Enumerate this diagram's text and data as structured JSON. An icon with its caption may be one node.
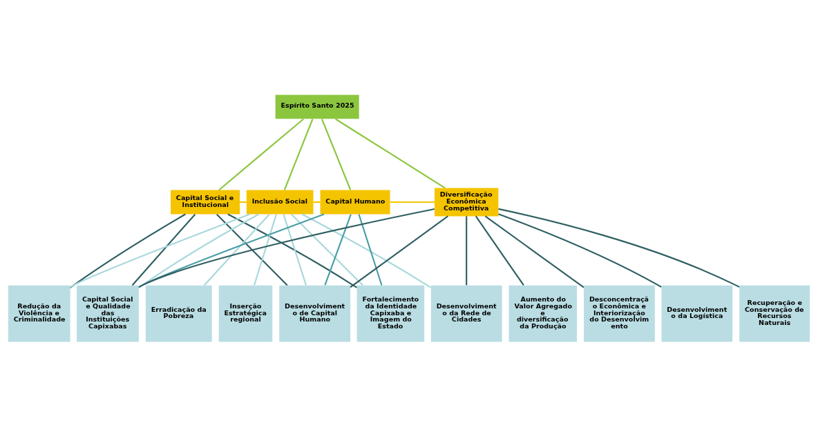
{
  "diagram": {
    "nodes": [
      {
        "text": [
          "Espírito Santo 2025"
        ]
      },
      {
        "text": [
          "Capital Social e Institucional"
        ]
      },
      {
        "text": [
          "Inclusão Social"
        ]
      },
      {
        "text": [
          "Capital Humano"
        ]
      },
      {
        "text": [
          "Diversificação Econômica Competitiva"
        ]
      },
      {
        "text": [
          "Redução da Violência e Criminalidade"
        ]
      },
      {
        "text": [
          "Capital Social e Qualidade das Instituições Capixabas"
        ]
      },
      {
        "text": [
          "Erradicação da Pobreza"
        ]
      },
      {
        "text": [
          "Inserção Estratégica regional"
        ]
      },
      {
        "text": [
          "Desenvolvimento de Capital Humano"
        ]
      },
      {
        "text": [
          "Fortalecimento da Identidade Capixaba e Imagem do Estado"
        ]
      },
      {
        "text": [
          "Desenvolvimento da Rede de Cidades"
        ]
      },
      {
        "text": [
          "Aumento do Valor Agregado e diversificação da Produção"
        ]
      },
      {
        "text": [
          "Desconcentração Econômica e Interiorização do Desenvolvimento"
        ]
      },
      {
        "text": [
          "Desenvolvimento da Logística"
        ]
      },
      {
        "text": [
          "Recuperação e Conservação de Recursos Naturais"
        ]
      }
    ],
    "edges": [
      {
        "from": 0,
        "to": 1,
        "arrow": "none",
        "color": "#8cc63f"
      },
      {
        "from": 0,
        "to": 2,
        "arrow": "none",
        "color": "#8cc63f"
      },
      {
        "from": 0,
        "to": 3,
        "arrow": "none",
        "color": "#8cc63f"
      },
      {
        "from": 0,
        "to": 4,
        "arrow": "none",
        "color": "#8cc63f"
      },
      {
        "from": 1,
        "to": 2,
        "arrow": "none",
        "color": "#f5c400"
      },
      {
        "from": 2,
        "to": 3,
        "arrow": "none",
        "color": "#f5c400"
      },
      {
        "from": 3,
        "to": 4,
        "arrow": "none",
        "color": "#f5c400"
      },
      {
        "from": 1,
        "to": 5,
        "arrow": "none"
      },
      {
        "from": 1,
        "to": 6,
        "arrow": "none"
      },
      {
        "from": 1,
        "to": 9,
        "arrow": "none"
      },
      {
        "from": 1,
        "to": 10,
        "arrow": "none"
      },
      {
        "from": 2,
        "to": 5,
        "arrow": "none",
        "color": "#a8d8dc"
      },
      {
        "from": 2,
        "to": 6,
        "arrow": "none",
        "color": "#a8d8dc"
      },
      {
        "from": 2,
        "to": 7,
        "arrow": "none",
        "color": "#a8d8dc"
      },
      {
        "from": 2,
        "to": 8,
        "arrow": "none",
        "color": "#a8d8dc"
      },
      {
        "from": 2,
        "to": 9,
        "arrow": "none",
        "color": "#a8d8dc"
      },
      {
        "from": 2,
        "to": 10,
        "arrow": "none",
        "color": "#a8d8dc"
      },
      {
        "from": 2,
        "to": 11,
        "arrow": "none",
        "color": "#a8d8dc"
      },
      {
        "from": 3,
        "to": 6,
        "arrow": "none",
        "color": "#4a9ea6"
      },
      {
        "from": 3,
        "to": 9,
        "arrow": "none",
        "color": "#4a9ea6"
      },
      {
        "from": 3,
        "to": 10,
        "arrow": "none",
        "color": "#4a9ea6"
      },
      {
        "from": 4,
        "to": 6,
        "arrow": "none"
      },
      {
        "from": 4,
        "to": 9,
        "arrow": "none"
      },
      {
        "from": 4,
        "to": 11,
        "arrow": "none"
      },
      {
        "from": 4,
        "to": 12,
        "arrow": "none"
      },
      {
        "from": 4,
        "to": 13,
        "arrow": "none"
      },
      {
        "from": 4,
        "to": 14,
        "arrow": "none"
      },
      {
        "from": 4,
        "to": 15,
        "arrow": "none"
      }
    ]
  }
}
